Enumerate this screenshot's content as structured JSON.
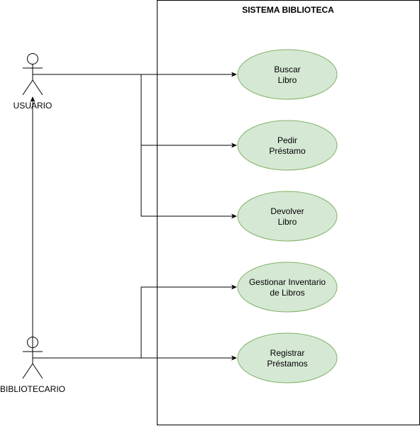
{
  "system": {
    "title": "SISTEMA BIBLIOTECA"
  },
  "actors": {
    "usuario": {
      "label": "USUARIO"
    },
    "bibliotecario": {
      "label": "BIBLIOTECARIO"
    }
  },
  "use_cases": {
    "buscar_libro": {
      "line1": "Buscar",
      "line2": "Libro"
    },
    "pedir_prestamo": {
      "line1": "Pedir",
      "line2": "Préstamo"
    },
    "devolver_libro": {
      "line1": "Devolver",
      "line2": "Libro"
    },
    "gestionar_inventario": {
      "line1": "Gestionar Inventario",
      "line2": "de Libros"
    },
    "registrar_prestamos": {
      "line1": "Registrar",
      "line2": "Préstamos"
    }
  },
  "colors": {
    "use_case_fill": "#d5e8d4",
    "use_case_stroke": "#82b366",
    "line": "#000000",
    "background": "#ffffff"
  }
}
